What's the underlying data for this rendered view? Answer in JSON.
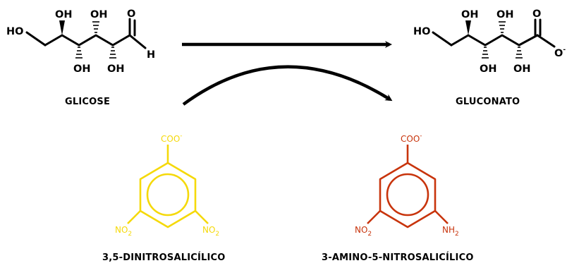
{
  "glucose": {
    "name": "GLICOSE",
    "ho_left": "HO",
    "oh_top_1": "OH",
    "oh_top_2": "OH",
    "oh_bottom_1": "OH",
    "oh_bottom_2": "OH",
    "aldehyde_o": "O",
    "aldehyde_h": "H"
  },
  "gluconate": {
    "name": "GLUCONATO",
    "ho_left": "HO",
    "oh_top_1": "OH",
    "oh_top_2": "OH",
    "oh_bottom_1": "OH",
    "oh_bottom_2": "OH",
    "carbonyl_o": "O",
    "carboxylate_o": "O",
    "charge": "-"
  },
  "dns": {
    "name": "3,5-DINITROSALICÍLICO",
    "color": "#f5d90a",
    "coo": "COO",
    "coo_charge": "-",
    "no2_left": "NO",
    "no2_left_sub": "2",
    "no2_right": "NO",
    "no2_right_sub": "2"
  },
  "ans": {
    "name": "3-AMINO-5-NITROSALICÍLICO",
    "color": "#c8340c",
    "coo": "COO",
    "coo_charge": "-",
    "no2": "NO",
    "no2_sub": "2",
    "nh2": "NH",
    "nh2_sub": "2"
  }
}
